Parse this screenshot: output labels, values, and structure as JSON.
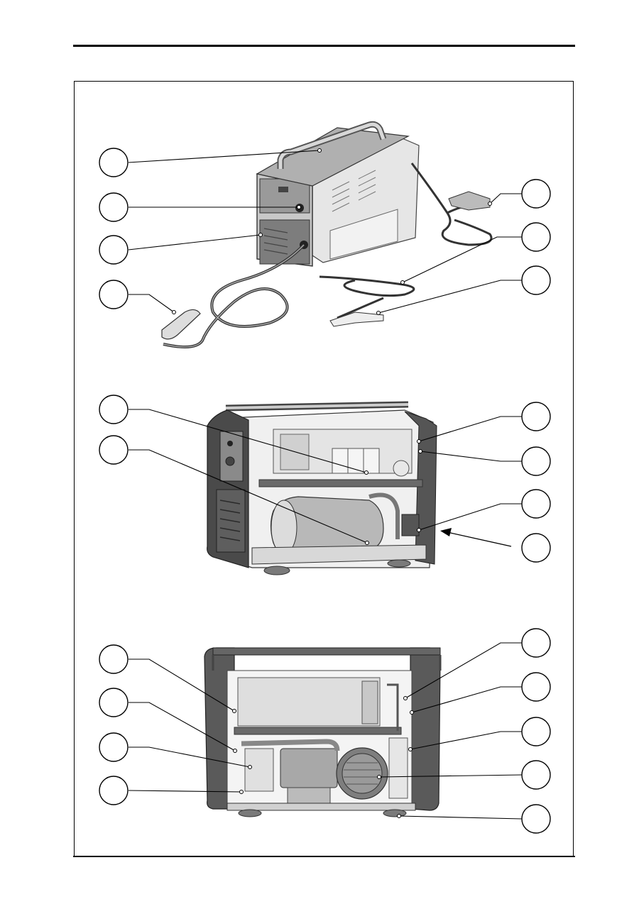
{
  "document": {
    "colors": {
      "rule": "#000000",
      "machine_dark": "#3a3a3a",
      "machine_mid": "#8c8c8c",
      "machine_light": "#d4d4d4"
    },
    "figures": [
      {
        "name": "front-perspective-view",
        "callouts": 7
      },
      {
        "name": "side-interior-view",
        "callouts": 6
      },
      {
        "name": "rear-interior-view",
        "callouts": 9
      }
    ]
  }
}
